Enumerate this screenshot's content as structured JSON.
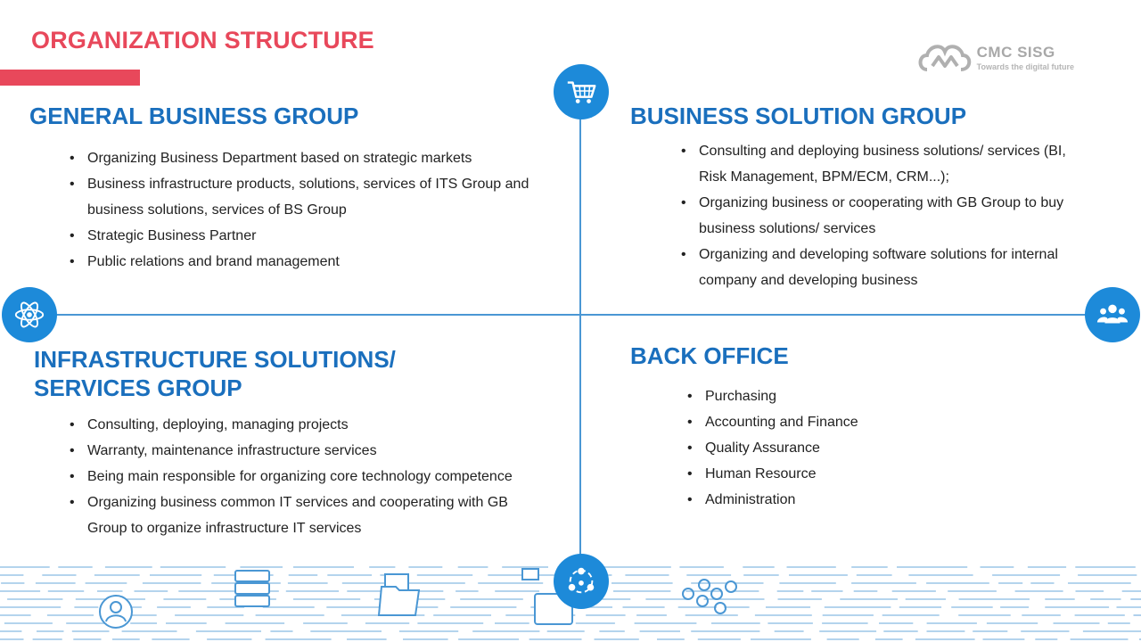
{
  "title": "ORGANIZATION STRUCTURE",
  "logo": {
    "name": "CMC SISG",
    "tagline": "Towards the digital future"
  },
  "groups": {
    "general": {
      "title": "GENERAL BUSINESS GROUP",
      "items": [
        "Organizing Business Department based on strategic markets",
        "Business infrastructure products, solutions, services of ITS Group and business solutions, services of BS Group",
        "Strategic Business Partner",
        "Public relations and brand management"
      ]
    },
    "business_solution": {
      "title": "BUSINESS SOLUTION GROUP",
      "items": [
        "Consulting and deploying business solutions/ services (BI, Risk Management, BPM/ECM, CRM...);",
        "Organizing business or cooperating with GB Group to buy business solutions/ services",
        "Organizing and developing software solutions for internal company and developing business"
      ]
    },
    "infrastructure": {
      "title_line1": "INFRASTRUCTURE SOLUTIONS/",
      "title_line2": "SERVICES GROUP",
      "items": [
        "Consulting, deploying, managing projects",
        "Warranty, maintenance infrastructure services",
        "Being main responsible for organizing core technology competence",
        "Organizing business common IT services and cooperating with GB Group to organize infrastructure IT services"
      ]
    },
    "back_office": {
      "title": "BACK OFFICE",
      "items": [
        "Purchasing",
        "Accounting and Finance",
        "Quality Assurance",
        "Human Resource",
        "Administration"
      ]
    }
  },
  "icons": {
    "top": "shopping-cart-icon",
    "left": "atom-icon",
    "right": "people-group-icon",
    "bottom": "network-people-icon"
  },
  "colors": {
    "accent": "#e8485b",
    "brand_blue": "#1a6fbd",
    "icon_blue": "#1d8ad9",
    "line": "#4a97d4"
  }
}
